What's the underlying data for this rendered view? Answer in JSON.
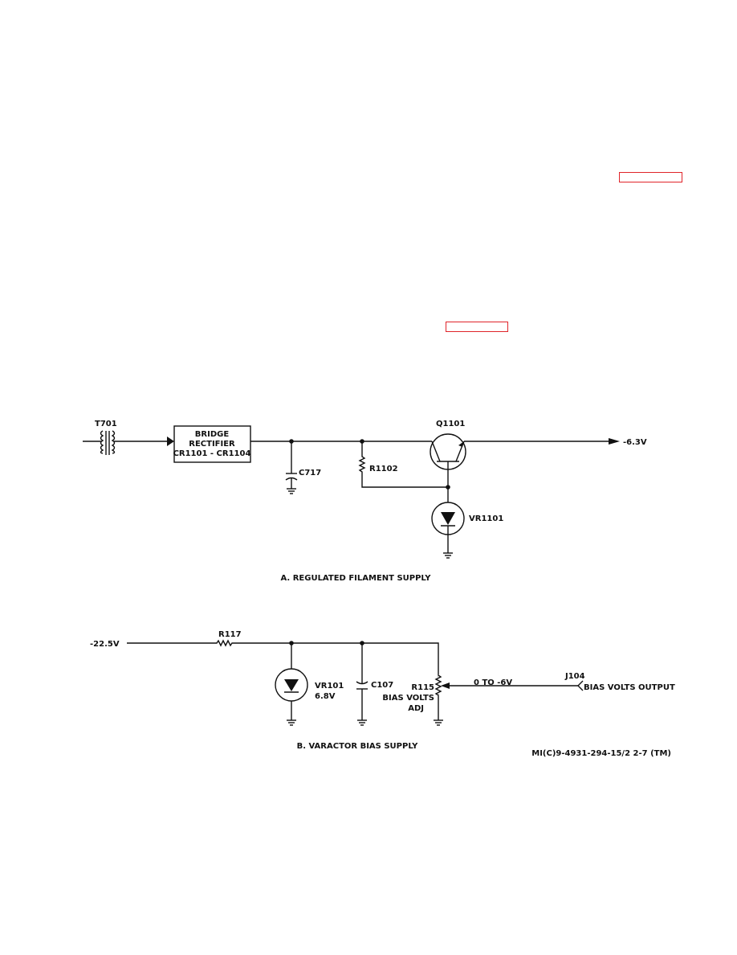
{
  "links": [
    {
      "label": ""
    },
    {
      "label": ""
    }
  ],
  "link_color": "#e0242a",
  "diagram_a": {
    "caption": "A. REGULATED FILAMENT SUPPLY",
    "transformer": "T701",
    "block_lines": [
      "BRIDGE",
      "RECTIFIER",
      "CR1101 - CR1104"
    ],
    "capacitor": "C717",
    "resistor": "R1102",
    "transistor": "Q1101",
    "zener": "VR1101",
    "output": "-6.3V"
  },
  "diagram_b": {
    "caption": "B. VARACTOR BIAS SUPPLY",
    "input": "-22.5V",
    "resistor": "R117",
    "zener": "VR101",
    "zener_value": "6.8V",
    "capacitor": "C107",
    "pot": "R115",
    "pot_label_1": "BIAS VOLTS",
    "pot_label_2": "ADJ",
    "range": "0 TO -6V",
    "jack": "J104",
    "jack_label": "BIAS VOLTS OUTPUT"
  },
  "figure_id": "MI(C)9-4931-294-15/2 2-7 (TM)"
}
